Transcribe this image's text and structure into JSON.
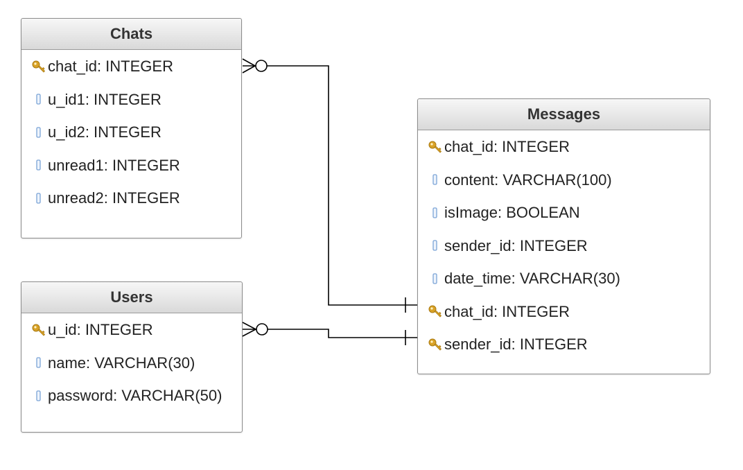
{
  "tables": {
    "chats": {
      "title": "Chats",
      "fields": [
        {
          "text": "chat_id: INTEGER",
          "key": true
        },
        {
          "text": "u_id1: INTEGER",
          "key": false
        },
        {
          "text": "u_id2: INTEGER",
          "key": false
        },
        {
          "text": "unread1: INTEGER",
          "key": false
        },
        {
          "text": "unread2: INTEGER",
          "key": false
        }
      ]
    },
    "users": {
      "title": "Users",
      "fields": [
        {
          "text": "u_id: INTEGER",
          "key": true
        },
        {
          "text": "name: VARCHAR(30)",
          "key": false
        },
        {
          "text": "password: VARCHAR(50)",
          "key": false
        }
      ]
    },
    "messages": {
      "title": "Messages",
      "fields": [
        {
          "text": "chat_id: INTEGER",
          "key": true
        },
        {
          "text": "content: VARCHAR(100)",
          "key": false
        },
        {
          "text": "isImage: BOOLEAN",
          "key": false
        },
        {
          "text": "sender_id: INTEGER",
          "key": false
        },
        {
          "text": "date_time: VARCHAR(30)",
          "key": false
        },
        {
          "text": "chat_id: INTEGER",
          "key": true
        },
        {
          "text": "sender_id: INTEGER",
          "key": true
        }
      ]
    }
  },
  "relationships": [
    {
      "from": "chats.chat_id",
      "to": "messages.chat_id",
      "from_end": "many-optional",
      "to_end": "one"
    },
    {
      "from": "users.u_id",
      "to": "messages.sender_id",
      "from_end": "many-optional",
      "to_end": "one"
    }
  ],
  "colors": {
    "key_icon": "#d9a227",
    "column_icon": "#7aa3d6",
    "header_top": "#f7f7f7",
    "header_bottom": "#d9d9d9",
    "border": "#8c8c8c",
    "line": "#000000"
  }
}
